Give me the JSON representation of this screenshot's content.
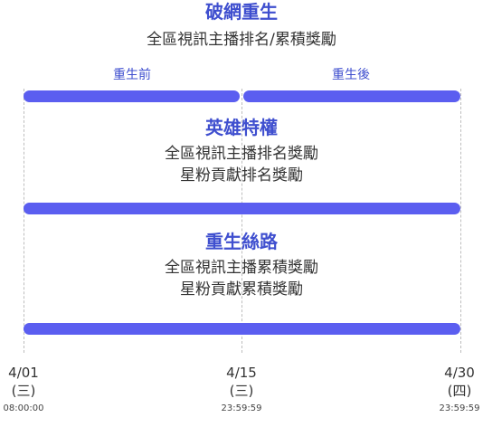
{
  "sections": [
    {
      "title": "破網重生",
      "lines": [
        "全區視訊主播排名/累積獎勵"
      ]
    },
    {
      "title": "英雄特權",
      "lines": [
        "全區視訊主播排名獎勵",
        "星粉貢獻排名獎勵"
      ]
    },
    {
      "title": "重生絲路",
      "lines": [
        "全區視訊主播累積獎勵",
        "星粉貢獻累積獎勵"
      ]
    }
  ],
  "phases": {
    "before": "重生前",
    "after": "重生後"
  },
  "timeline": [
    {
      "date": "4/01",
      "weekday": "(三)",
      "time": "08:00:00"
    },
    {
      "date": "4/15",
      "weekday": "(三)",
      "time": "23:59:59"
    },
    {
      "date": "4/30",
      "weekday": "(四)",
      "time": "23:59:59"
    }
  ],
  "colors": {
    "accent": "#3f4fcf",
    "bar": "#5b5ef0"
  }
}
